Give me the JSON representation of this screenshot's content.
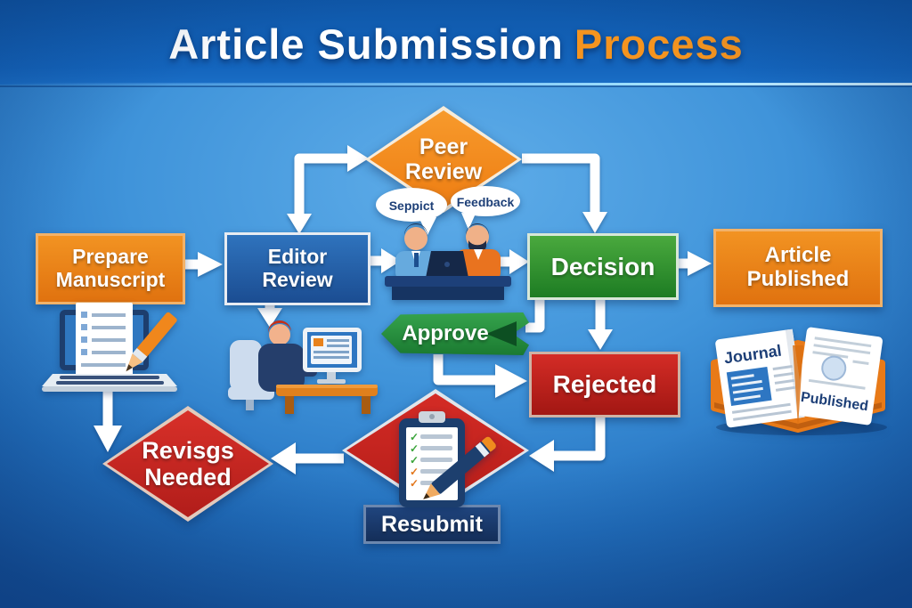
{
  "title": {
    "part1": "Article Submission",
    "part2": "Process"
  },
  "nodes": {
    "prepare": {
      "label": "Prepare Manuscript",
      "color": "#e8821c"
    },
    "editor": {
      "label": "Editor Review",
      "color": "#25599f"
    },
    "peer": {
      "label": "Peer Review",
      "color": "#f68c1e"
    },
    "decision": {
      "label": "Decision",
      "color": "#2e8c2e"
    },
    "published": {
      "label": "Article Published",
      "color": "#e8821c"
    },
    "approve": {
      "label": "Approve",
      "color": "#2a9141"
    },
    "rejected": {
      "label": "Rejected",
      "color": "#bf211c"
    },
    "revises": {
      "label": "Revisgs Needed",
      "color": "#cd2825"
    },
    "resubmit": {
      "label": "Resubmit",
      "color": "#1a3a6b"
    }
  },
  "speech": {
    "left": "Seppict",
    "right": "Feedback"
  },
  "book": {
    "left": "Journal",
    "right": "Published"
  },
  "colors": {
    "accent_orange": "#f5941f",
    "background_blue": "#2f7ac9",
    "header_blue": "#1160b5",
    "divider_light_blue": "#9fe0ff",
    "arrow_white": "#ffffff"
  }
}
